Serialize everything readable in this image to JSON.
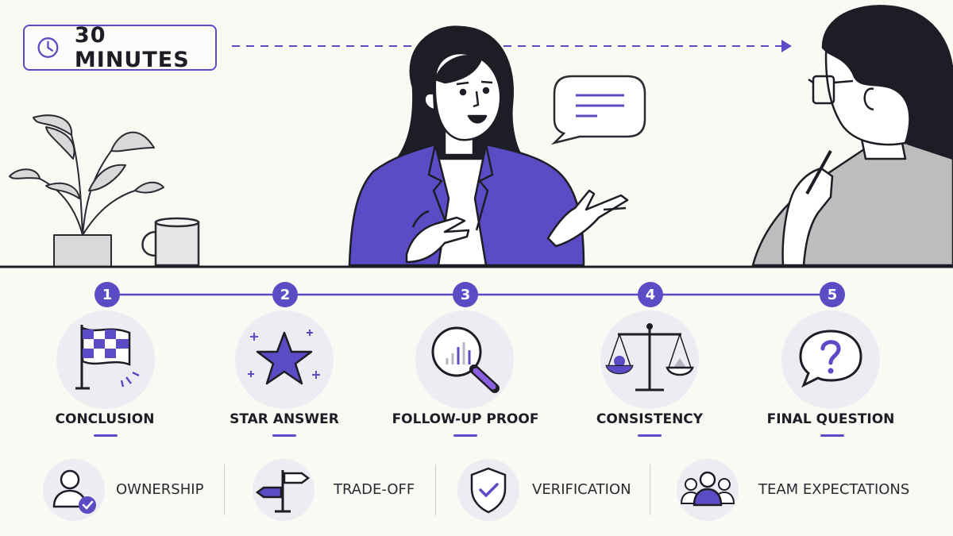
{
  "timer": {
    "label": "30 MINUTES",
    "icon": "clock-icon"
  },
  "steps": [
    {
      "number": "1",
      "label": "CONCLUSION",
      "icon": "checkered-flag-icon"
    },
    {
      "number": "2",
      "label": "STAR ANSWER",
      "icon": "star-icon"
    },
    {
      "number": "3",
      "label": "FOLLOW-UP PROOF",
      "icon": "magnifier-chart-icon"
    },
    {
      "number": "4",
      "label": "CONSISTENCY",
      "icon": "balance-scale-icon"
    },
    {
      "number": "5",
      "label": "FINAL QUESTION",
      "icon": "question-bubble-icon"
    }
  ],
  "qualities": [
    {
      "label": "OWNERSHIP",
      "icon": "user-check-icon"
    },
    {
      "label": "TRADE-OFF",
      "icon": "signpost-icon"
    },
    {
      "label": "VERIFICATION",
      "icon": "shield-check-icon"
    },
    {
      "label": "TEAM EXPECTATIONS",
      "icon": "team-icon"
    }
  ],
  "colors": {
    "accent": "#5b4bc4",
    "background": "#fbf9f3",
    "ink": "#1d1d26",
    "soft": "#eeecf3",
    "gray": "#d8d8d8"
  }
}
